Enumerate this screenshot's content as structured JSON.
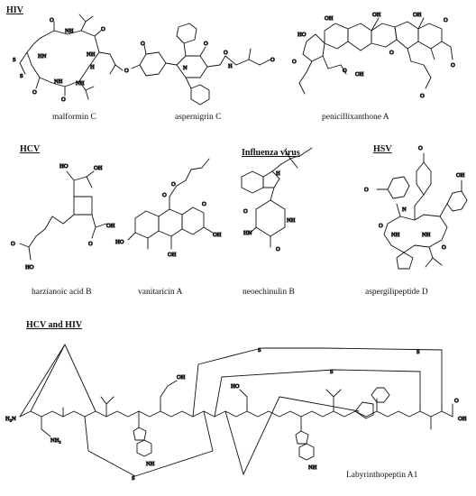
{
  "sections": {
    "hiv": "HIV",
    "hcv": "HCV",
    "influenza": "Influenza virus",
    "hsv": "HSV",
    "hcv_hiv": "HCV and HIV"
  },
  "compounds": {
    "malforminC": "malformin C",
    "aspernigrinC": "aspernigrin C",
    "penicillixanthoneA": "penicillixanthone A",
    "harzianoicAcidB": "harzianoic acid B",
    "vanitaricinA": "vanitaricin A",
    "neoechinulinB": "neoechinulin B",
    "aspergilipeptideD": "aspergilipeptide D",
    "labyrinthopeptinA1": "Labyrinthopeptin A1"
  },
  "atoms": {
    "S": "S",
    "O": "O",
    "N": "N",
    "NH": "NH",
    "HN": "HN",
    "HO": "HO",
    "OH": "OH",
    "H": "H",
    "H2N": "H₂N",
    "NH2": "NH₂"
  }
}
